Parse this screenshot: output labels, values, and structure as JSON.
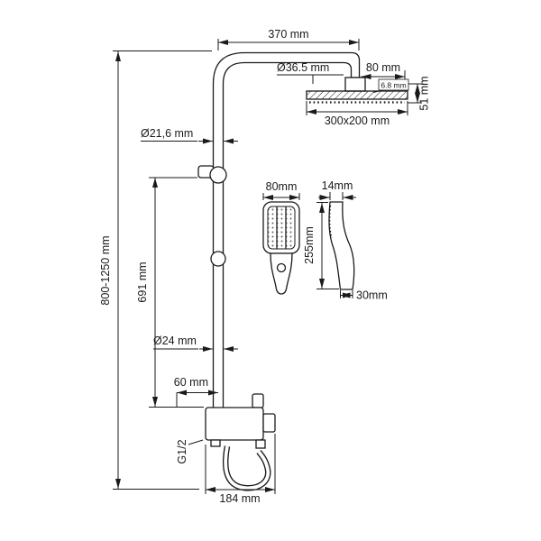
{
  "drawing_type": "shower-system-dimension-diagram",
  "colors": {
    "line": "#1a1a1a",
    "background": "#ffffff"
  },
  "dims": {
    "top_width": "370 mm",
    "arm_diameter": "Ø36.5 mm",
    "head_offset": "80 mm",
    "head_thickness": "6.8 mm",
    "head_drop": "51 mm",
    "head_size": "300x200 mm",
    "upper_pipe_diameter": "Ø21,6 mm",
    "total_height": "800-1250 mm",
    "column_height": "691 mm",
    "hand_width": "80mm",
    "hand_depth": "14mm",
    "hand_length": "255mm",
    "hand_bottom_width": "30mm",
    "lower_pipe_diameter": "Ø24 mm",
    "mixer_offset": "60 mm",
    "thread_size": "G1/2",
    "mixer_width": "184 mm"
  }
}
